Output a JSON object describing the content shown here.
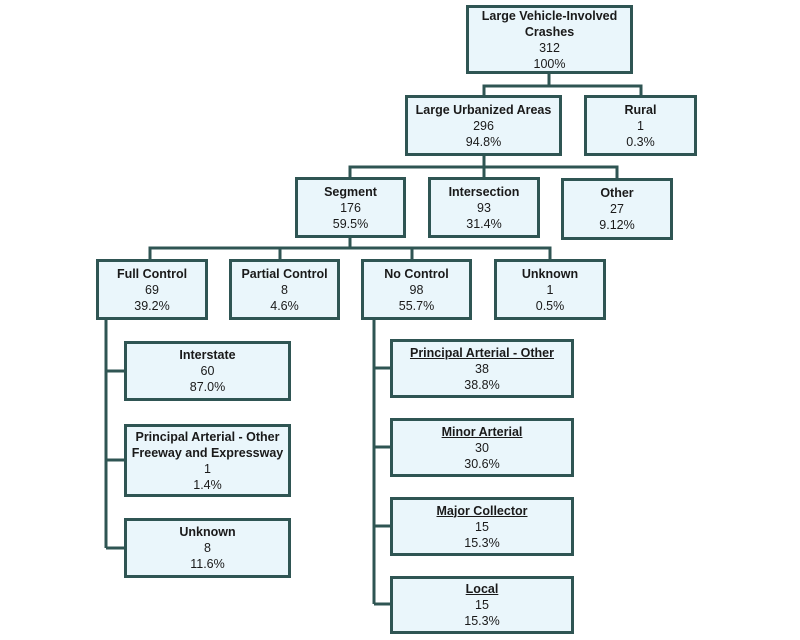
{
  "diagram": {
    "line_color": "#2f5553",
    "box_fill": "#eaf6fb",
    "nodes": {
      "root": {
        "label": "Large Vehicle-Involved Crashes",
        "count": "312",
        "pct": "100%"
      },
      "urban": {
        "label": "Large Urbanized Areas",
        "count": "296",
        "pct": "94.8%"
      },
      "rural": {
        "label": "Rural",
        "count": "1",
        "pct": "0.3%"
      },
      "segment": {
        "label": "Segment",
        "count": "176",
        "pct": "59.5%"
      },
      "intersection": {
        "label": "Intersection",
        "count": "93",
        "pct": "31.4%"
      },
      "other": {
        "label": "Other",
        "count": "27",
        "pct": "9.12%"
      },
      "full": {
        "label": "Full Control",
        "count": "69",
        "pct": "39.2%"
      },
      "partial": {
        "label": "Partial Control",
        "count": "8",
        "pct": "4.6%"
      },
      "nocontrol": {
        "label": "No Control",
        "count": "98",
        "pct": "55.7%"
      },
      "unknown1": {
        "label": "Unknown",
        "count": "1",
        "pct": "0.5%"
      },
      "interstate": {
        "label": "Interstate",
        "count": "60",
        "pct": "87.0%"
      },
      "paofe": {
        "label": "Principal Arterial - Other Freeway and Expressway",
        "count": "1",
        "pct": "1.4%"
      },
      "unknown2": {
        "label": "Unknown",
        "count": "8",
        "pct": "11.6%"
      },
      "pao": {
        "label": "Principal Arterial - Other",
        "count": "38",
        "pct": "38.8%"
      },
      "minor": {
        "label": "Minor Arterial",
        "count": "30",
        "pct": "30.6%"
      },
      "major": {
        "label": "Major Collector",
        "count": "15",
        "pct": "15.3%"
      },
      "local": {
        "label": "Local",
        "count": "15",
        "pct": "15.3%"
      }
    }
  }
}
